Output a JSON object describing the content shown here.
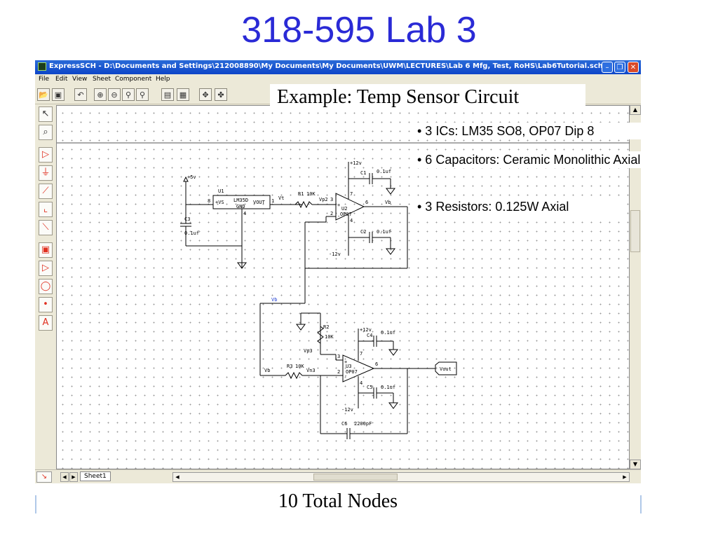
{
  "slide": {
    "title": "318-595 Lab 3",
    "example_label": "Example:  Temp Sensor Circuit",
    "bullets": [
      "• 3 ICs:  LM35 SO8, OP07 Dip 8",
      "•  6 Capacitors:  Ceramic Monolithic Axial",
      "•  3 Resistors:  0.125W Axial"
    ],
    "footer": "10 Total Nodes"
  },
  "window": {
    "title": "ExpressSCH - D:\\Documents and Settings\\212008890\\My Documents\\My Documents\\UWM\\LECTURES\\Lab 6 Mfg, Test, RoHS\\Lab6Tutorial.sch",
    "menu": [
      "File",
      "Edit",
      "View",
      "Sheet",
      "Component",
      "Help"
    ],
    "sheet_tab": "Sheet1"
  },
  "schematic": {
    "u1": {
      "ref": "U1",
      "part": "LM35D",
      "pin_vs": "+VS",
      "pin_vout": "VOUT",
      "pin_gnd": "GND",
      "pin8": "8",
      "pin1": "1",
      "pin4": "4"
    },
    "u2": {
      "ref": "U2",
      "part": "OP07",
      "pin3": "3",
      "pin2": "2",
      "pin7": "7",
      "pin4": "4",
      "pin6": "6",
      "plus": "+",
      "minus": "-"
    },
    "u3": {
      "ref": "U3",
      "part": "OP07",
      "pin3": "3",
      "pin2": "2",
      "pin7": "7",
      "pin4": "4",
      "pin6": "6",
      "plus": "+",
      "minus": "-"
    },
    "c1": {
      "ref": "C1",
      "value": "0.1uf"
    },
    "c2": {
      "ref": "C2",
      "value": "0.1uf"
    },
    "c3": {
      "ref": "C3",
      "value": "0.1uf"
    },
    "c4": {
      "ref": "C4",
      "value": "0.1uf"
    },
    "c5": {
      "ref": "C5",
      "value": "0.1uf"
    },
    "c6": {
      "ref": "C6",
      "value": "2200pF"
    },
    "r1": {
      "ref": "R1",
      "value": "10K"
    },
    "r2": {
      "ref": "R2",
      "value": "10K"
    },
    "r3": {
      "ref": "R3",
      "value": "10K"
    },
    "nets": {
      "vt": "Vt",
      "vp2": "Vp2",
      "vb_top": "Vb",
      "vb_mid": "Vb",
      "vb_low": "Vb",
      "vp3": "Vp3",
      "vn3": "Vn3",
      "plus5": "+5v",
      "plus12_a": "+12v",
      "plus12_b": "+12v",
      "minus12_a": "-12v",
      "minus12_b": "-12v",
      "vout": "Vout"
    }
  }
}
